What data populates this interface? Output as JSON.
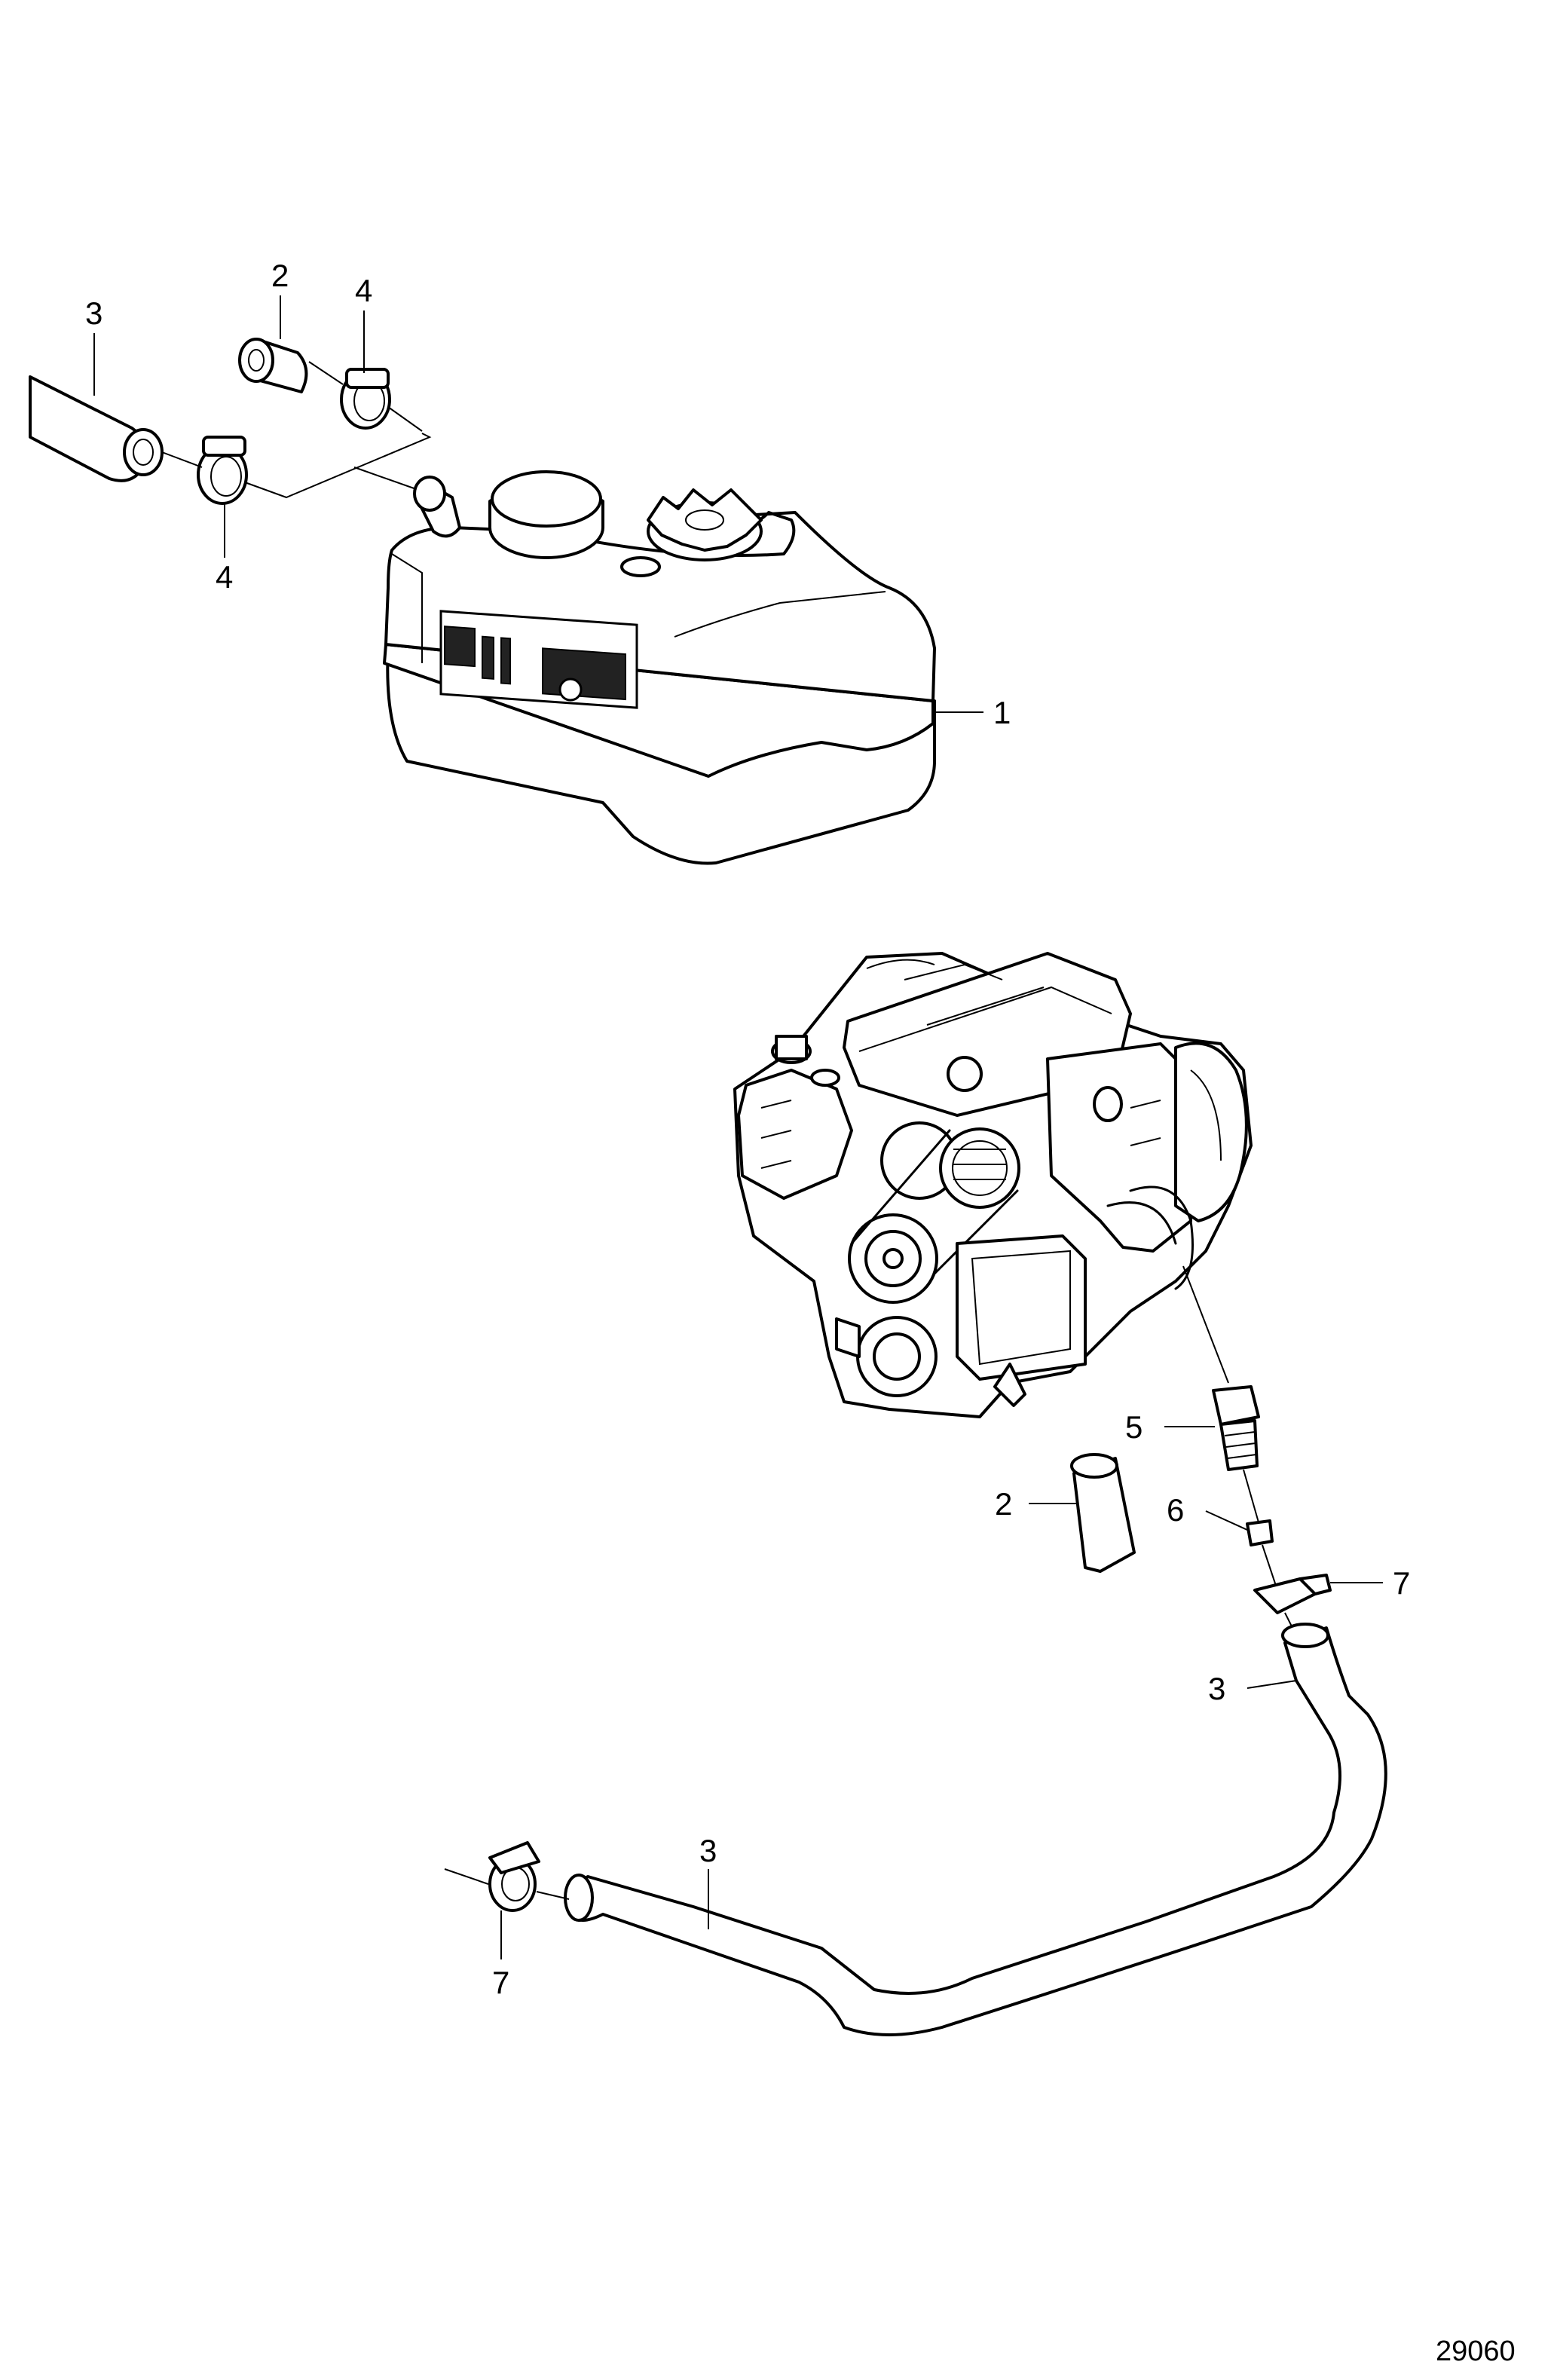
{
  "figure_number": "29060",
  "callouts": [
    {
      "id": "callout-1-tank",
      "label": "1"
    },
    {
      "id": "callout-2-top",
      "label": "2"
    },
    {
      "id": "callout-3-top",
      "label": "3"
    },
    {
      "id": "callout-4-top-right",
      "label": "4"
    },
    {
      "id": "callout-4-top-left",
      "label": "4"
    },
    {
      "id": "callout-5",
      "label": "5"
    },
    {
      "id": "callout-2-bottom",
      "label": "2"
    },
    {
      "id": "callout-6",
      "label": "6"
    },
    {
      "id": "callout-7-right",
      "label": "7"
    },
    {
      "id": "callout-3-right",
      "label": "3"
    },
    {
      "id": "callout-3-bottom",
      "label": "3"
    },
    {
      "id": "callout-7-bottom",
      "label": "7"
    }
  ]
}
